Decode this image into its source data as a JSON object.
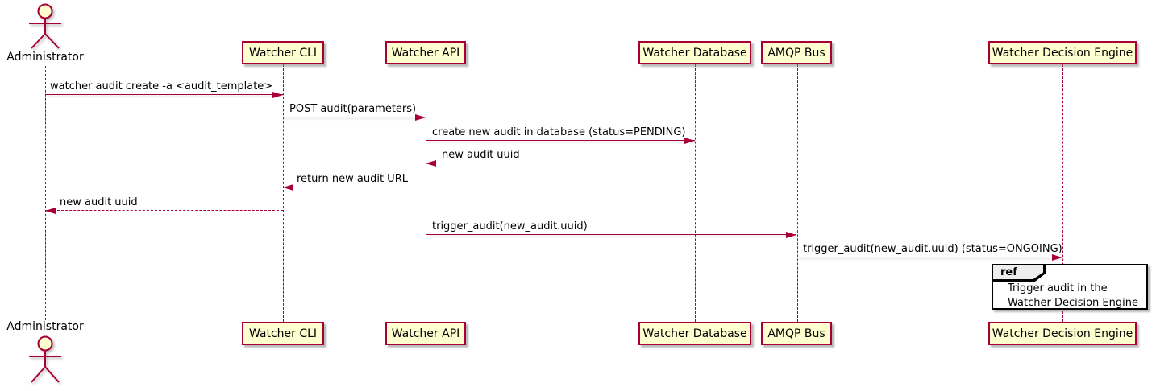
{
  "diagram": {
    "type": "sequence-diagram",
    "actor": {
      "name": "Administrator"
    },
    "participants": [
      {
        "name": "Watcher CLI"
      },
      {
        "name": "Watcher API"
      },
      {
        "name": "Watcher Database"
      },
      {
        "name": "AMQP Bus"
      },
      {
        "name": "Watcher Decision Engine"
      }
    ],
    "messages": [
      {
        "from": "Administrator",
        "to": "Watcher CLI",
        "label": "watcher audit create -a <audit_template>",
        "style": "solid"
      },
      {
        "from": "Watcher CLI",
        "to": "Watcher API",
        "label": "POST audit(parameters)",
        "style": "solid"
      },
      {
        "from": "Watcher API",
        "to": "Watcher Database",
        "label": "create new audit in database (status=PENDING)",
        "style": "solid"
      },
      {
        "from": "Watcher Database",
        "to": "Watcher API",
        "label": "new audit uuid",
        "style": "dashed"
      },
      {
        "from": "Watcher API",
        "to": "Watcher CLI",
        "label": "return new audit URL",
        "style": "dashed"
      },
      {
        "from": "Watcher CLI",
        "to": "Administrator",
        "label": "new audit uuid",
        "style": "dashed"
      },
      {
        "from": "Watcher API",
        "to": "AMQP Bus",
        "label": "trigger_audit(new_audit.uuid)",
        "style": "solid"
      },
      {
        "from": "AMQP Bus",
        "to": "Watcher Decision Engine",
        "label": "trigger_audit(new_audit.uuid) (status=ONGOING)",
        "style": "solid"
      }
    ],
    "ref": {
      "keyword": "ref",
      "lines": [
        "Trigger audit in the",
        "Watcher Decision Engine"
      ]
    },
    "colors": {
      "participant_fill": "#FEFECE",
      "participant_border": "#A80036",
      "line": "#A80036",
      "text": "#000000",
      "ref_border": "#000000",
      "ref_header_fill": "#EEEEEE",
      "background": "#FFFFFF"
    }
  }
}
